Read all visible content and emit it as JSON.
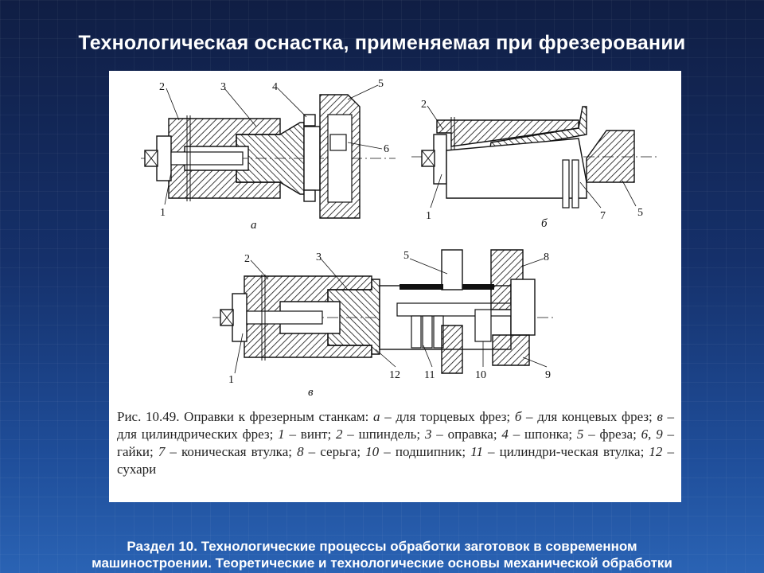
{
  "slide": {
    "title": "Технологическая оснастка, применяемая при фрезеровании",
    "footer_line1": "Раздел 10. Технологические процессы обработки заготовок в современном",
    "footer_line2": "машиностроении. Теоретические и технологические основы механической обработки"
  },
  "figure": {
    "view_a": {
      "letter": "а",
      "callouts": [
        "1",
        "2",
        "3",
        "4",
        "5",
        "6"
      ]
    },
    "view_b": {
      "letter": "б",
      "callouts": [
        "1",
        "2",
        "5",
        "7"
      ]
    },
    "view_v": {
      "letter": "в",
      "callouts": [
        "1",
        "2",
        "3",
        "5",
        "8",
        "9",
        "10",
        "11",
        "12"
      ]
    },
    "caption": {
      "p1": "Рис. 10.49. Оправки к фрезерным станкам: ",
      "a": "а",
      "p2": " – для торцевых фрез; ",
      "b": "б",
      "p3": " – для концевых фрез; ",
      "v": "в",
      "p4": " – для цилиндрических фрез; ",
      "n1": "1",
      "p5": " – винт; ",
      "n2": "2",
      "p6": " – шпиндель; ",
      "n3": "3",
      "p7": " – оправка; ",
      "n4": "4",
      "p8": " – шпонка; ",
      "n5": "5",
      "p9": " – фреза; ",
      "n6": "6, 9",
      "p10": " – гайки; ",
      "n7": "7",
      "p11": " – коническая втулка; ",
      "n8": "8",
      "p12": " – серьга; ",
      "n10": "10",
      "p13": " – подшипник; ",
      "n11": "11",
      "p14": " – цилиндри-ческая втулка; ",
      "n12": "12",
      "p15": " – сухари"
    }
  },
  "colors": {
    "background": "#15306a",
    "text": "#ffffff",
    "figure_bg": "#ffffff",
    "ink": "#111111"
  }
}
